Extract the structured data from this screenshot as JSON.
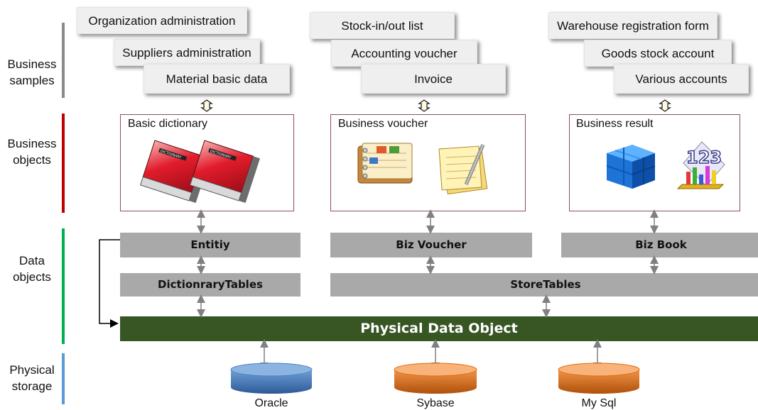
{
  "layers": {
    "business_samples": "Business samples",
    "business_objects": "Business objects",
    "data_objects": "Data objects",
    "physical_storage": "Physical storage"
  },
  "samples": {
    "col1": [
      "Organization administration",
      "Suppliers administration",
      "Material basic data"
    ],
    "col2": [
      "Stock-in/out list",
      "Accounting voucher",
      "Invoice"
    ],
    "col3": [
      "Warehouse registration form",
      "Goods stock account",
      "Various accounts"
    ]
  },
  "objects": {
    "basic_dictionary": "Basic dictionary",
    "business_voucher": "Business voucher",
    "business_result": "Business result",
    "book_spine_text": "DICTIONARY"
  },
  "data_objects": {
    "entity": "Entitiy",
    "biz_voucher": "Biz Voucher",
    "biz_book": "Biz Book",
    "dictionary_tables": "DictionraryTables",
    "store_tables": "StoreTables",
    "physical": "Physical Data Object"
  },
  "storage": {
    "oracle": "Oracle",
    "sybase": "Sybase",
    "mysql": "My Sql"
  },
  "colors": {
    "samples_bar": "#7f7f7f",
    "objects_bar": "#c00000",
    "data_bar": "#00b050",
    "storage_bar": "#5b9bd5",
    "physical": "#375623",
    "gray_bar": "#a9a9a9",
    "oracle": "#4f81bd",
    "sybase": "#e46c0a",
    "mysql": "#e36c09"
  }
}
